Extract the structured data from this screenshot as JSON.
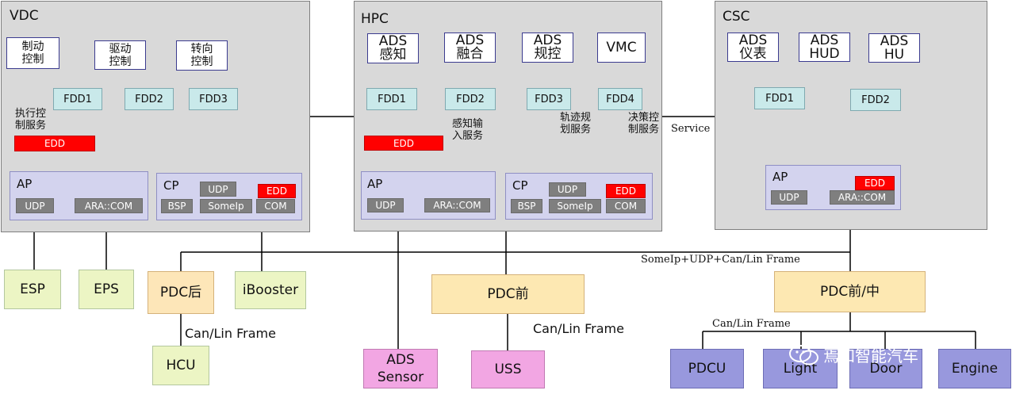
{
  "domains": {
    "vdc": {
      "title": "VDC",
      "apps": [
        "制动\n控制",
        "驱动\n控制",
        "转向\n控制"
      ],
      "fdd": [
        "FDD1",
        "FDD2",
        "FDD3"
      ],
      "service": "执行控\n制服务",
      "edd": "EDD",
      "ap": {
        "title": "AP",
        "udp": "UDP",
        "aracom": "ARA::COM"
      },
      "cp": {
        "title": "CP",
        "udp": "UDP",
        "edd": "EDD",
        "bsp": "BSP",
        "someip": "SomeIp",
        "com": "COM"
      }
    },
    "hpc": {
      "title": "HPC",
      "apps": [
        "ADS\n感知",
        "ADS\n融合",
        "ADS\n规控",
        "VMC"
      ],
      "fdd": [
        "FDD1",
        "FDD2",
        "FDD3",
        "FDD4"
      ],
      "edd": "EDD",
      "services": [
        "感知输\n入服务",
        "轨迹规\n划服务",
        "决策控\n制服务"
      ],
      "ap": {
        "title": "AP",
        "udp": "UDP",
        "aracom": "ARA::COM"
      },
      "cp": {
        "title": "CP",
        "udp": "UDP",
        "edd": "EDD",
        "bsp": "BSP",
        "someip": "SomeIp",
        "com": "COM"
      }
    },
    "csc": {
      "title": "CSC",
      "apps": [
        "ADS\n仪表",
        "ADS\nHUD",
        "ADS\nHU"
      ],
      "fdd": [
        "FDD1",
        "FDD2"
      ],
      "ap": {
        "title": "AP",
        "edd": "EDD",
        "udp": "UDP",
        "aracom": "ARA::COM"
      }
    }
  },
  "service_label": "Service",
  "bus_label": "SomeIp+UDP+Can/Lin Frame",
  "ecus": {
    "esp": "ESP",
    "eps": "EPS",
    "pdc_rear": "PDC后",
    "ibooster": "iBooster",
    "hcu": "HCU",
    "ads_sensor": "ADS\nSensor",
    "pdc_front": "PDC前",
    "uss": "USS",
    "pdc_front_mid": "PDC前/中",
    "pdcu": "PDCU",
    "light": "Light",
    "door": "Door",
    "engine": "Engine"
  },
  "canlin_labels": {
    "rear": "Can/Lin Frame",
    "front": "Can/Lin Frame",
    "front_mid": "Can/Lin Frame"
  },
  "watermark": "焉知智能汽车",
  "colors": {
    "edd": "#ff0000",
    "fdd": "#c9e9ea",
    "arrow": "#2e75b6",
    "stack": "#d3d3ee",
    "domain": "#d9d9d9"
  }
}
